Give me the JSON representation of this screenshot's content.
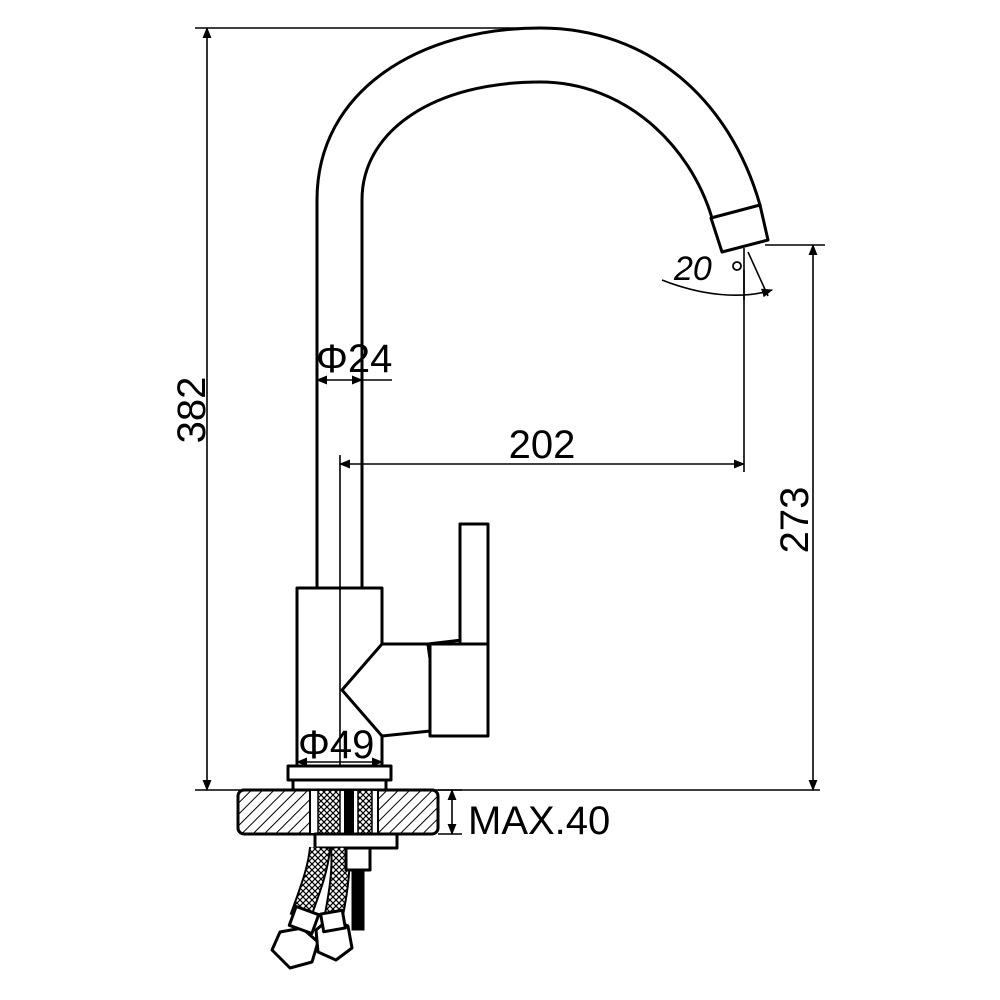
{
  "dimensions": {
    "total_height": "382",
    "spout_height": "273",
    "spout_reach": "202",
    "pipe_diameter": "Φ24",
    "base_diameter": "Φ49",
    "max_counter_thickness": "MAX.40",
    "spout_angle": "20"
  },
  "colors": {
    "line": "#000000",
    "background": "#ffffff"
  }
}
